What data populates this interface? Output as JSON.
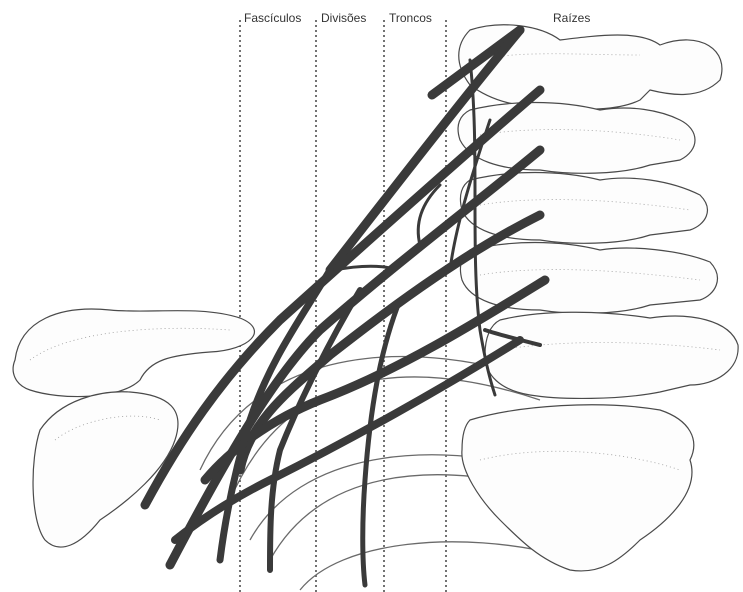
{
  "labels": {
    "fasciculos": "Fascículos",
    "divisoes": "Divisões",
    "troncos": "Troncos",
    "raizes": "Raízes"
  }
}
